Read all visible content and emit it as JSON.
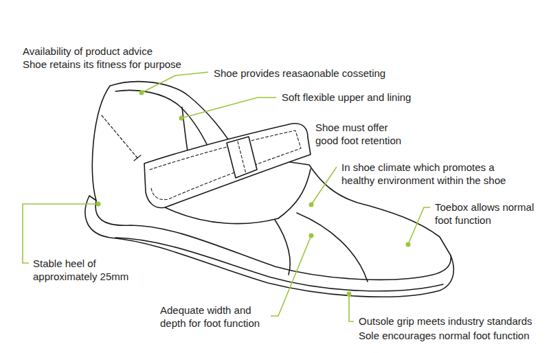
{
  "diagram": {
    "labels": [
      "Availability of product advice",
      "Shoe retains its fitness for purpose",
      "Shoe provides reasaonable cosseting",
      "Soft flexible upper and lining",
      "Shoe must offer good foot retention",
      "In shoe climate which promotes a healthy environment within the shoe",
      "Toebox allows normal foot function",
      "Stable heel of approximately 25mm",
      "Adequate width and depth for foot function",
      "Outsole grip meets industry standards",
      "Sole encourages normal foot function"
    ]
  }
}
